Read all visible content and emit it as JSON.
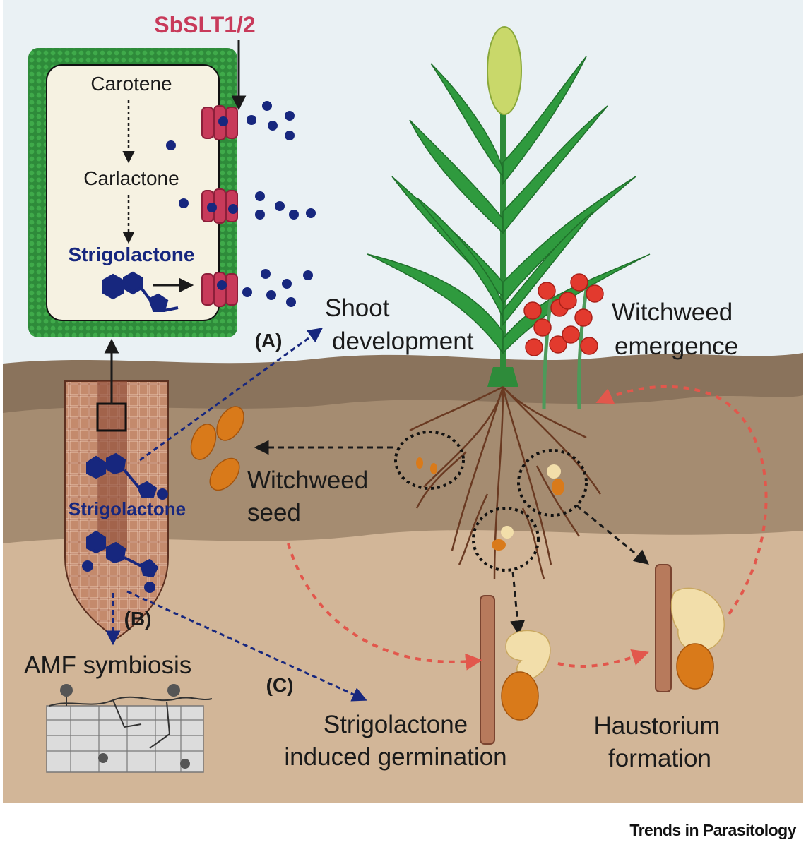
{
  "figure": {
    "transporter_label": "SbSLT1/2",
    "pathway": {
      "step1": "Carotene",
      "step2": "Carlactone",
      "step3": "Strigolactone"
    },
    "root_label": "Strigolactone",
    "panel_a": "(A)",
    "panel_b": "(B)",
    "panel_c": "(C)",
    "shoot_development": [
      "Shoot",
      "development"
    ],
    "witchweed_emergence": [
      "Witchweed",
      "emergence"
    ],
    "witchweed_seed": [
      "Witchweed",
      "seed"
    ],
    "amf_symbiosis": "AMF symbiosis",
    "germination": [
      "Strigolactone",
      "induced germination"
    ],
    "haustorium": [
      "Haustorium",
      "formation"
    ]
  },
  "footer": {
    "journal": "Trends in Parasitology"
  },
  "colors": {
    "sky": "#eaf1f4",
    "soil_top": "#8a735c",
    "soil_mid": "#a58c71",
    "soil_low": "#d2b698",
    "membrane": "#2e8b3a",
    "cell_fill": "#f6f2e2",
    "transporter": "#c83a5a",
    "molecule": "#17277e",
    "seed": "#d97a1a",
    "haustorium": "#f2deaa",
    "red_arrow": "#e2574c",
    "leaf": "#2f9a3e",
    "flower": "#e23a2e"
  }
}
